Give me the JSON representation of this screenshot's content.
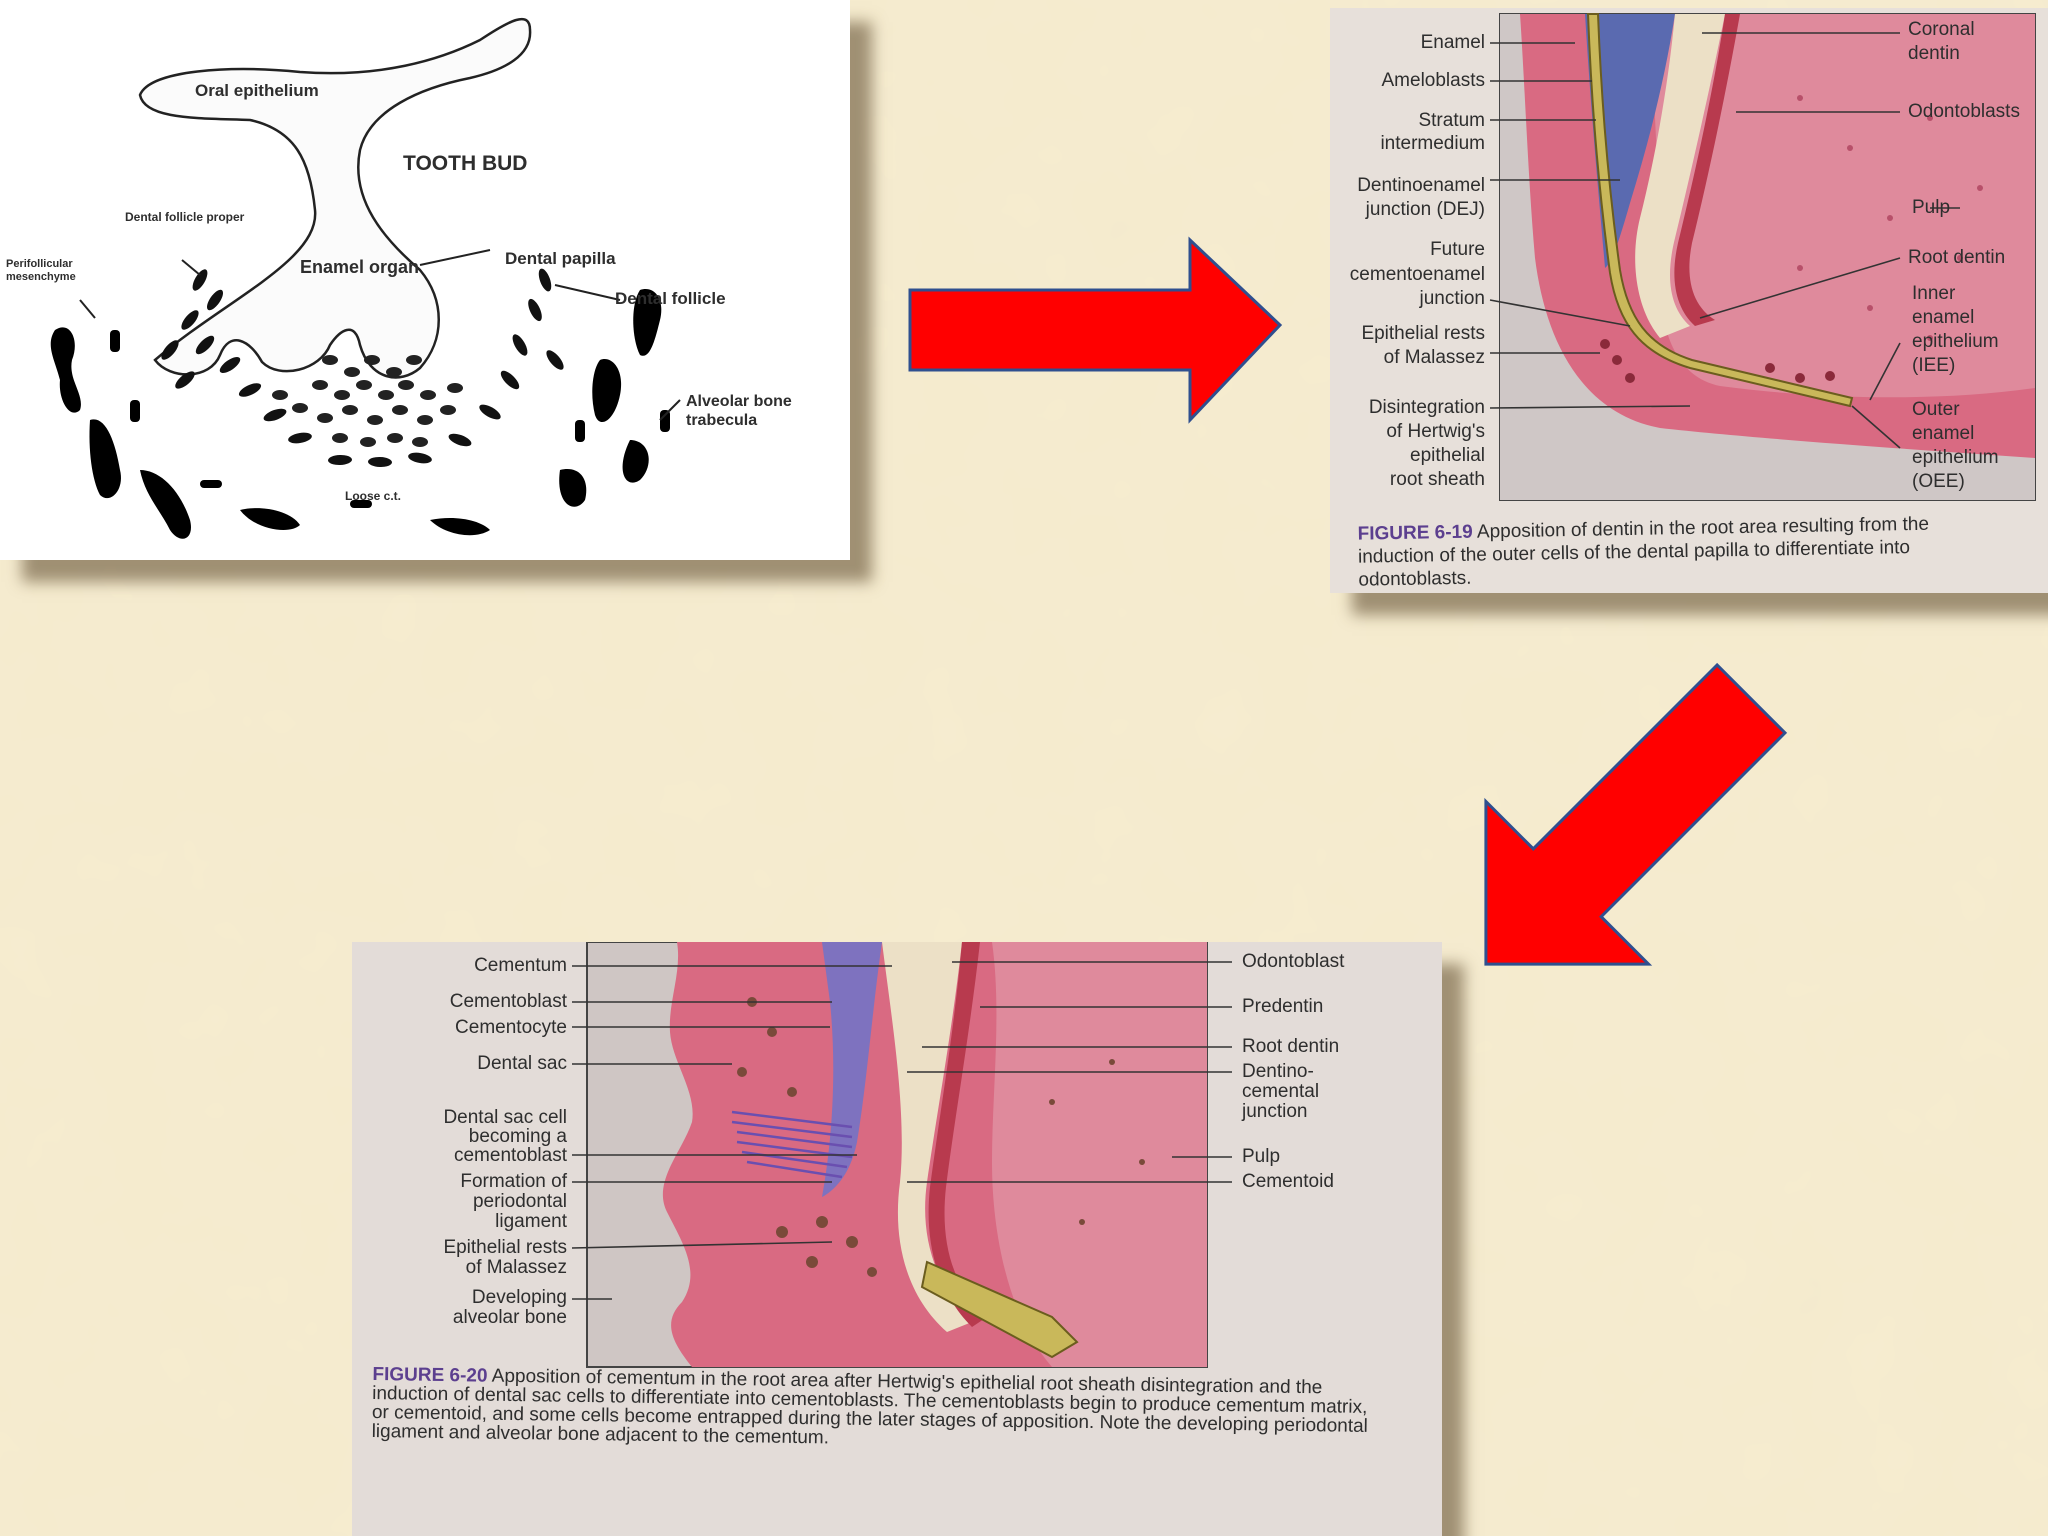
{
  "colors": {
    "background": "#f6ecd0",
    "arrow_fill": "#ff0000",
    "arrow_stroke": "#2f4f8f",
    "tissue_pink": "#d96a82",
    "enamel_blue": "#5a6ab0",
    "figure_label_purple": "#5c3f8f"
  },
  "tooth_bud": {
    "oral_epithelium": "Oral epithelium",
    "tooth_bud": "TOOTH BUD",
    "dental_follicle_proper": "Dental follicle proper",
    "perifollicular_mesenchyme": "Perifollicular mesenchyme",
    "enamel_organ": "Enamel organ",
    "dental_papilla": "Dental papilla",
    "dental_follicle": "Dental follicle",
    "alveolar_bone_trabecula": "Alveolar bone trabecula",
    "loose": "Loose c.t."
  },
  "figure_6_19": {
    "left_labels": [
      "Enamel",
      "Ameloblasts",
      "Stratum",
      "intermedium",
      "Dentinoenamel",
      "junction (DEJ)",
      "Future",
      "cementoenamel",
      "junction",
      "Epithelial rests",
      "of Malassez",
      "Disintegration",
      "of Hertwig's",
      "epithelial",
      "root sheath"
    ],
    "right_labels": [
      "Coronal",
      "dentin",
      "Odontoblasts",
      "Pulp",
      "Root dentin",
      "Inner",
      "enamel",
      "epithelium",
      "(IEE)",
      "Outer",
      "enamel",
      "epithelium",
      "(OEE)"
    ],
    "figure_number": "FIGURE 6-19",
    "caption": "Apposition of dentin in the root area resulting from the induction of the outer cells of the dental papilla to differentiate into odontoblasts."
  },
  "figure_6_20": {
    "left_labels": [
      "Cementum",
      "Cementoblast",
      "Cementocyte",
      "Dental sac",
      "Dental sac cell",
      "becoming a",
      "cementoblast",
      "Formation of",
      "periodontal",
      "ligament",
      "Epithelial rests",
      "of Malassez",
      "Developing",
      "alveolar bone"
    ],
    "right_labels": [
      "Odontoblast",
      "Predentin",
      "Root dentin",
      "Dentino-",
      "cemental",
      "junction",
      "Pulp",
      "Cementoid"
    ],
    "figure_number": "FIGURE 6-20",
    "caption": "Apposition of cementum in the root area after Hertwig's epithelial root sheath disintegration and the induction of dental sac cells to differentiate into cementoblasts. The cementoblasts begin to produce cementum matrix, or cementoid, and some cells become entrapped during the later stages of apposition. Note the developing periodontal ligament and alveolar bone adjacent to the cementum."
  },
  "arrows": [
    "arrow-right",
    "arrow-down-left"
  ]
}
